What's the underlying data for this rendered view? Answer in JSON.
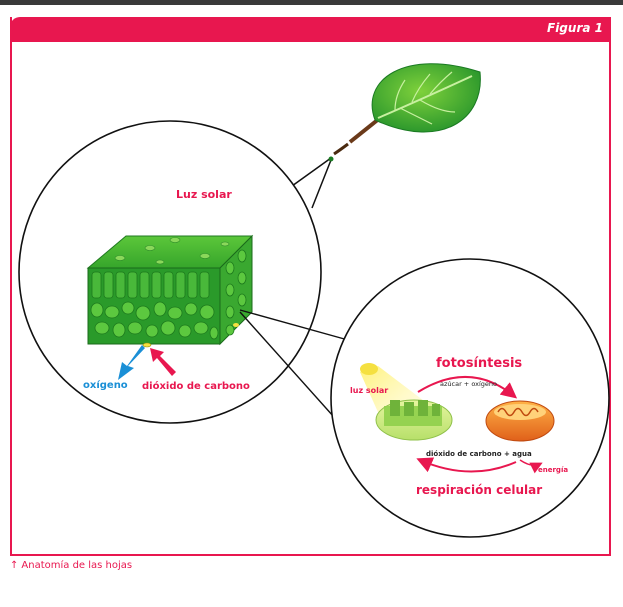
{
  "figure_label": "Figura 1",
  "caption": "Anatomía de las hojas",
  "labels": {
    "luz_solar": "Luz solar",
    "oxigeno": "oxígeno",
    "dioxido": "dióxido de carbono",
    "fotosintesis": "fotosíntesis",
    "luz_solar_small": "luz solar",
    "azucar_oxigeno": "azúcar + oxígeno",
    "dioxido_agua": "dióxido de carbono + agua",
    "energia": "energía",
    "respiracion": "respiración celular"
  },
  "colors": {
    "accent": "#e8174f",
    "blue": "#1a8fd6",
    "leaf_green": "#2e9e2e"
  }
}
